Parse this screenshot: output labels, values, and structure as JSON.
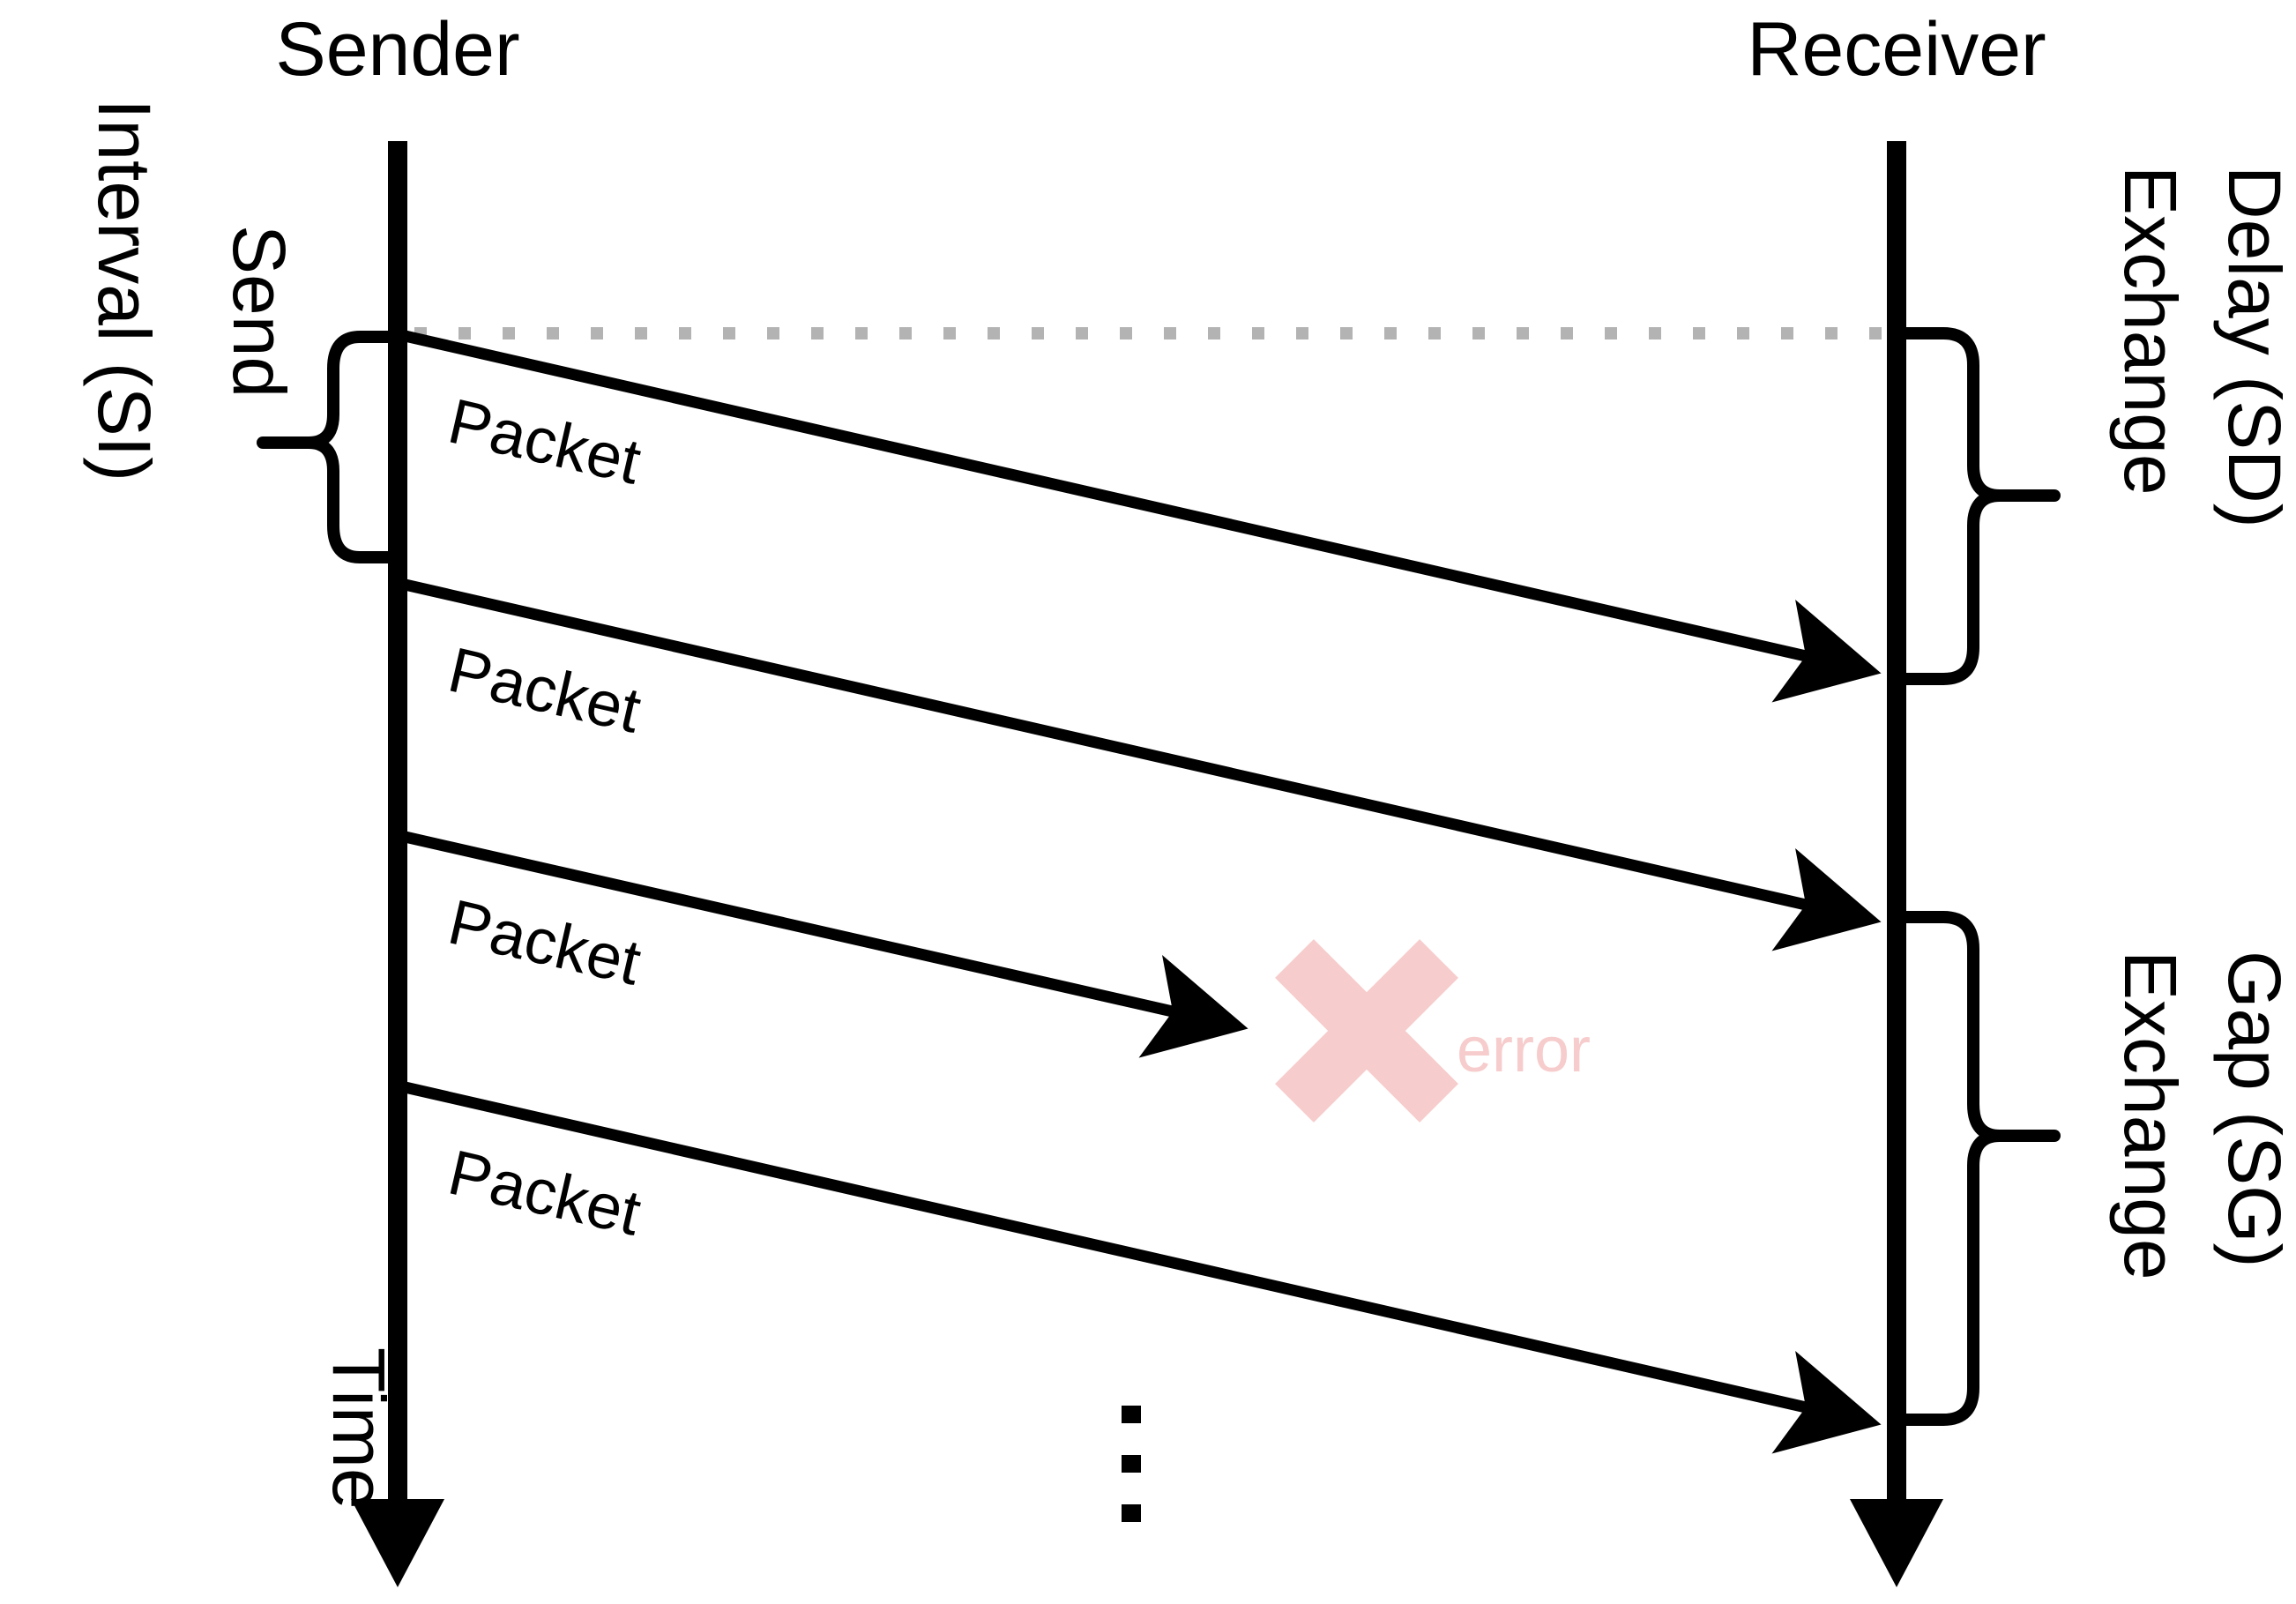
{
  "diagram": {
    "title_sender": "Sender",
    "title_receiver": "Receiver",
    "axis_label_time": "Time",
    "left_labels": {
      "interval": "Interval (SI)",
      "send": "Send"
    },
    "right_labels": {
      "exchange_delay_line1": "Exchange",
      "exchange_delay_line2": "Delay (SD)",
      "exchange_gap_line1": "Exchange",
      "exchange_gap_line2": "Gap (SG)"
    },
    "messages": [
      {
        "label": "Packet",
        "delivered": true
      },
      {
        "label": "Packet",
        "delivered": true
      },
      {
        "label": "Packet",
        "delivered": false
      },
      {
        "label": "Packet",
        "delivered": true
      }
    ],
    "error_marker": {
      "label": "error",
      "glyph": "cross-x"
    },
    "continuation": "⋮",
    "colors": {
      "stroke": "#000000",
      "error": "#f7cccc",
      "guide": "#b3b3b3",
      "background": "#ffffff"
    },
    "icons": {
      "arrow_head": "arrow-head-icon",
      "brace_left": "curly-brace-icon",
      "brace_right": "curly-brace-icon",
      "cross": "cross-x-icon",
      "ellipsis": "vertical-ellipsis-icon"
    }
  }
}
